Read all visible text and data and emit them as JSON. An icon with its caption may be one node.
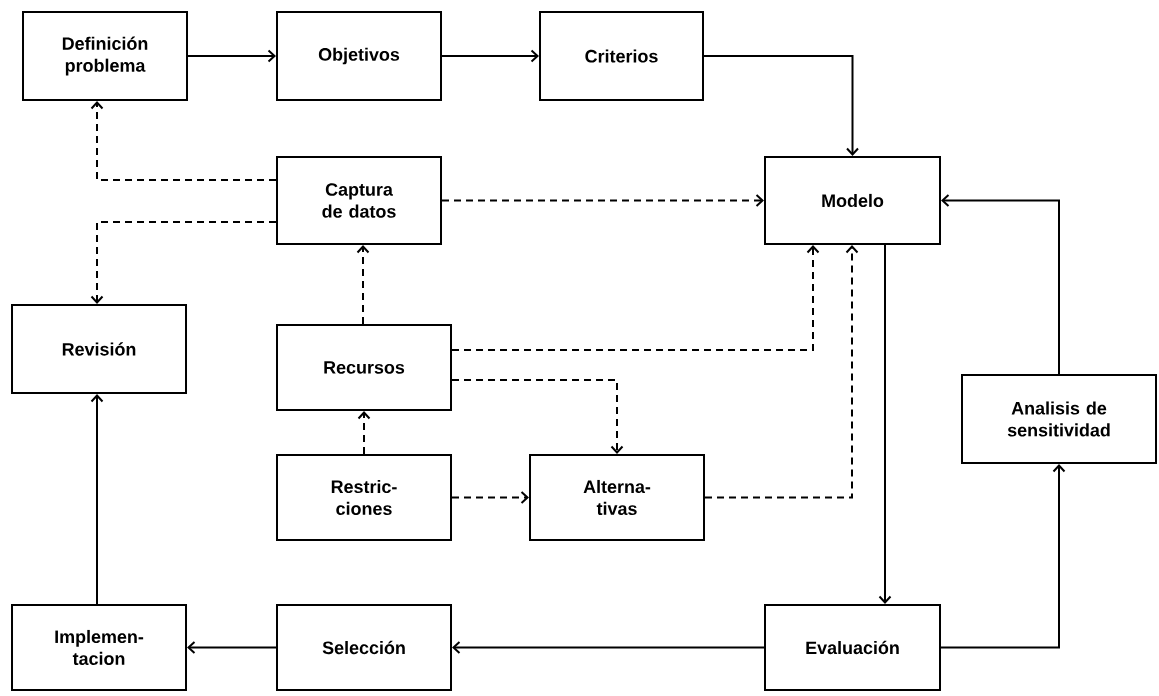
{
  "diagram": {
    "nodes": [
      {
        "text": [
          "Definición problema"
        ]
      },
      {
        "text": [
          "Objetivos"
        ]
      },
      {
        "text": [
          "Criterios"
        ]
      },
      {
        "text": [
          "Captura de datos"
        ]
      },
      {
        "text": [
          "Modelo"
        ]
      },
      {
        "text": [
          "Revisión"
        ]
      },
      {
        "text": [
          "Recursos"
        ]
      },
      {
        "text": [
          "Analisis de sensitividad"
        ]
      },
      {
        "text": [
          "Restric- ciones"
        ]
      },
      {
        "text": [
          "Alterna- tivas"
        ]
      },
      {
        "text": [
          "Implemen- tacion"
        ]
      },
      {
        "text": [
          "Selección"
        ]
      },
      {
        "text": [
          "Evaluación"
        ]
      }
    ],
    "edges": [
      {
        "from": 0,
        "to": 1,
        "arrow": "to"
      },
      {
        "from": 1,
        "to": 2,
        "arrow": "to"
      },
      {
        "from": 2,
        "to": 4,
        "arrow": "to"
      },
      {
        "from": 3,
        "to": 0,
        "arrow": "to",
        "style": "dashed"
      },
      {
        "from": 3,
        "to": 5,
        "arrow": "to",
        "style": "dashed"
      },
      {
        "from": 3,
        "to": 4,
        "arrow": "to",
        "style": "dashed"
      },
      {
        "from": 6,
        "to": 3,
        "arrow": "to",
        "style": "dashed"
      },
      {
        "from": 6,
        "to": 4,
        "arrow": "to",
        "style": "dashed"
      },
      {
        "from": 6,
        "to": 9,
        "arrow": "to",
        "style": "dashed"
      },
      {
        "from": 8,
        "to": 6,
        "arrow": "to",
        "style": "dashed"
      },
      {
        "from": 8,
        "to": 9,
        "arrow": "to",
        "style": "dashed"
      },
      {
        "from": 9,
        "to": 4,
        "arrow": "to",
        "style": "dashed"
      },
      {
        "from": 4,
        "to": 12,
        "arrow": "to"
      },
      {
        "from": 12,
        "to": 11,
        "arrow": "to"
      },
      {
        "from": 11,
        "to": 10,
        "arrow": "to"
      },
      {
        "from": 10,
        "to": 5,
        "arrow": "to"
      },
      {
        "from": 12,
        "to": 7,
        "arrow": "to"
      },
      {
        "from": 7,
        "to": 4,
        "arrow": "to"
      }
    ]
  }
}
